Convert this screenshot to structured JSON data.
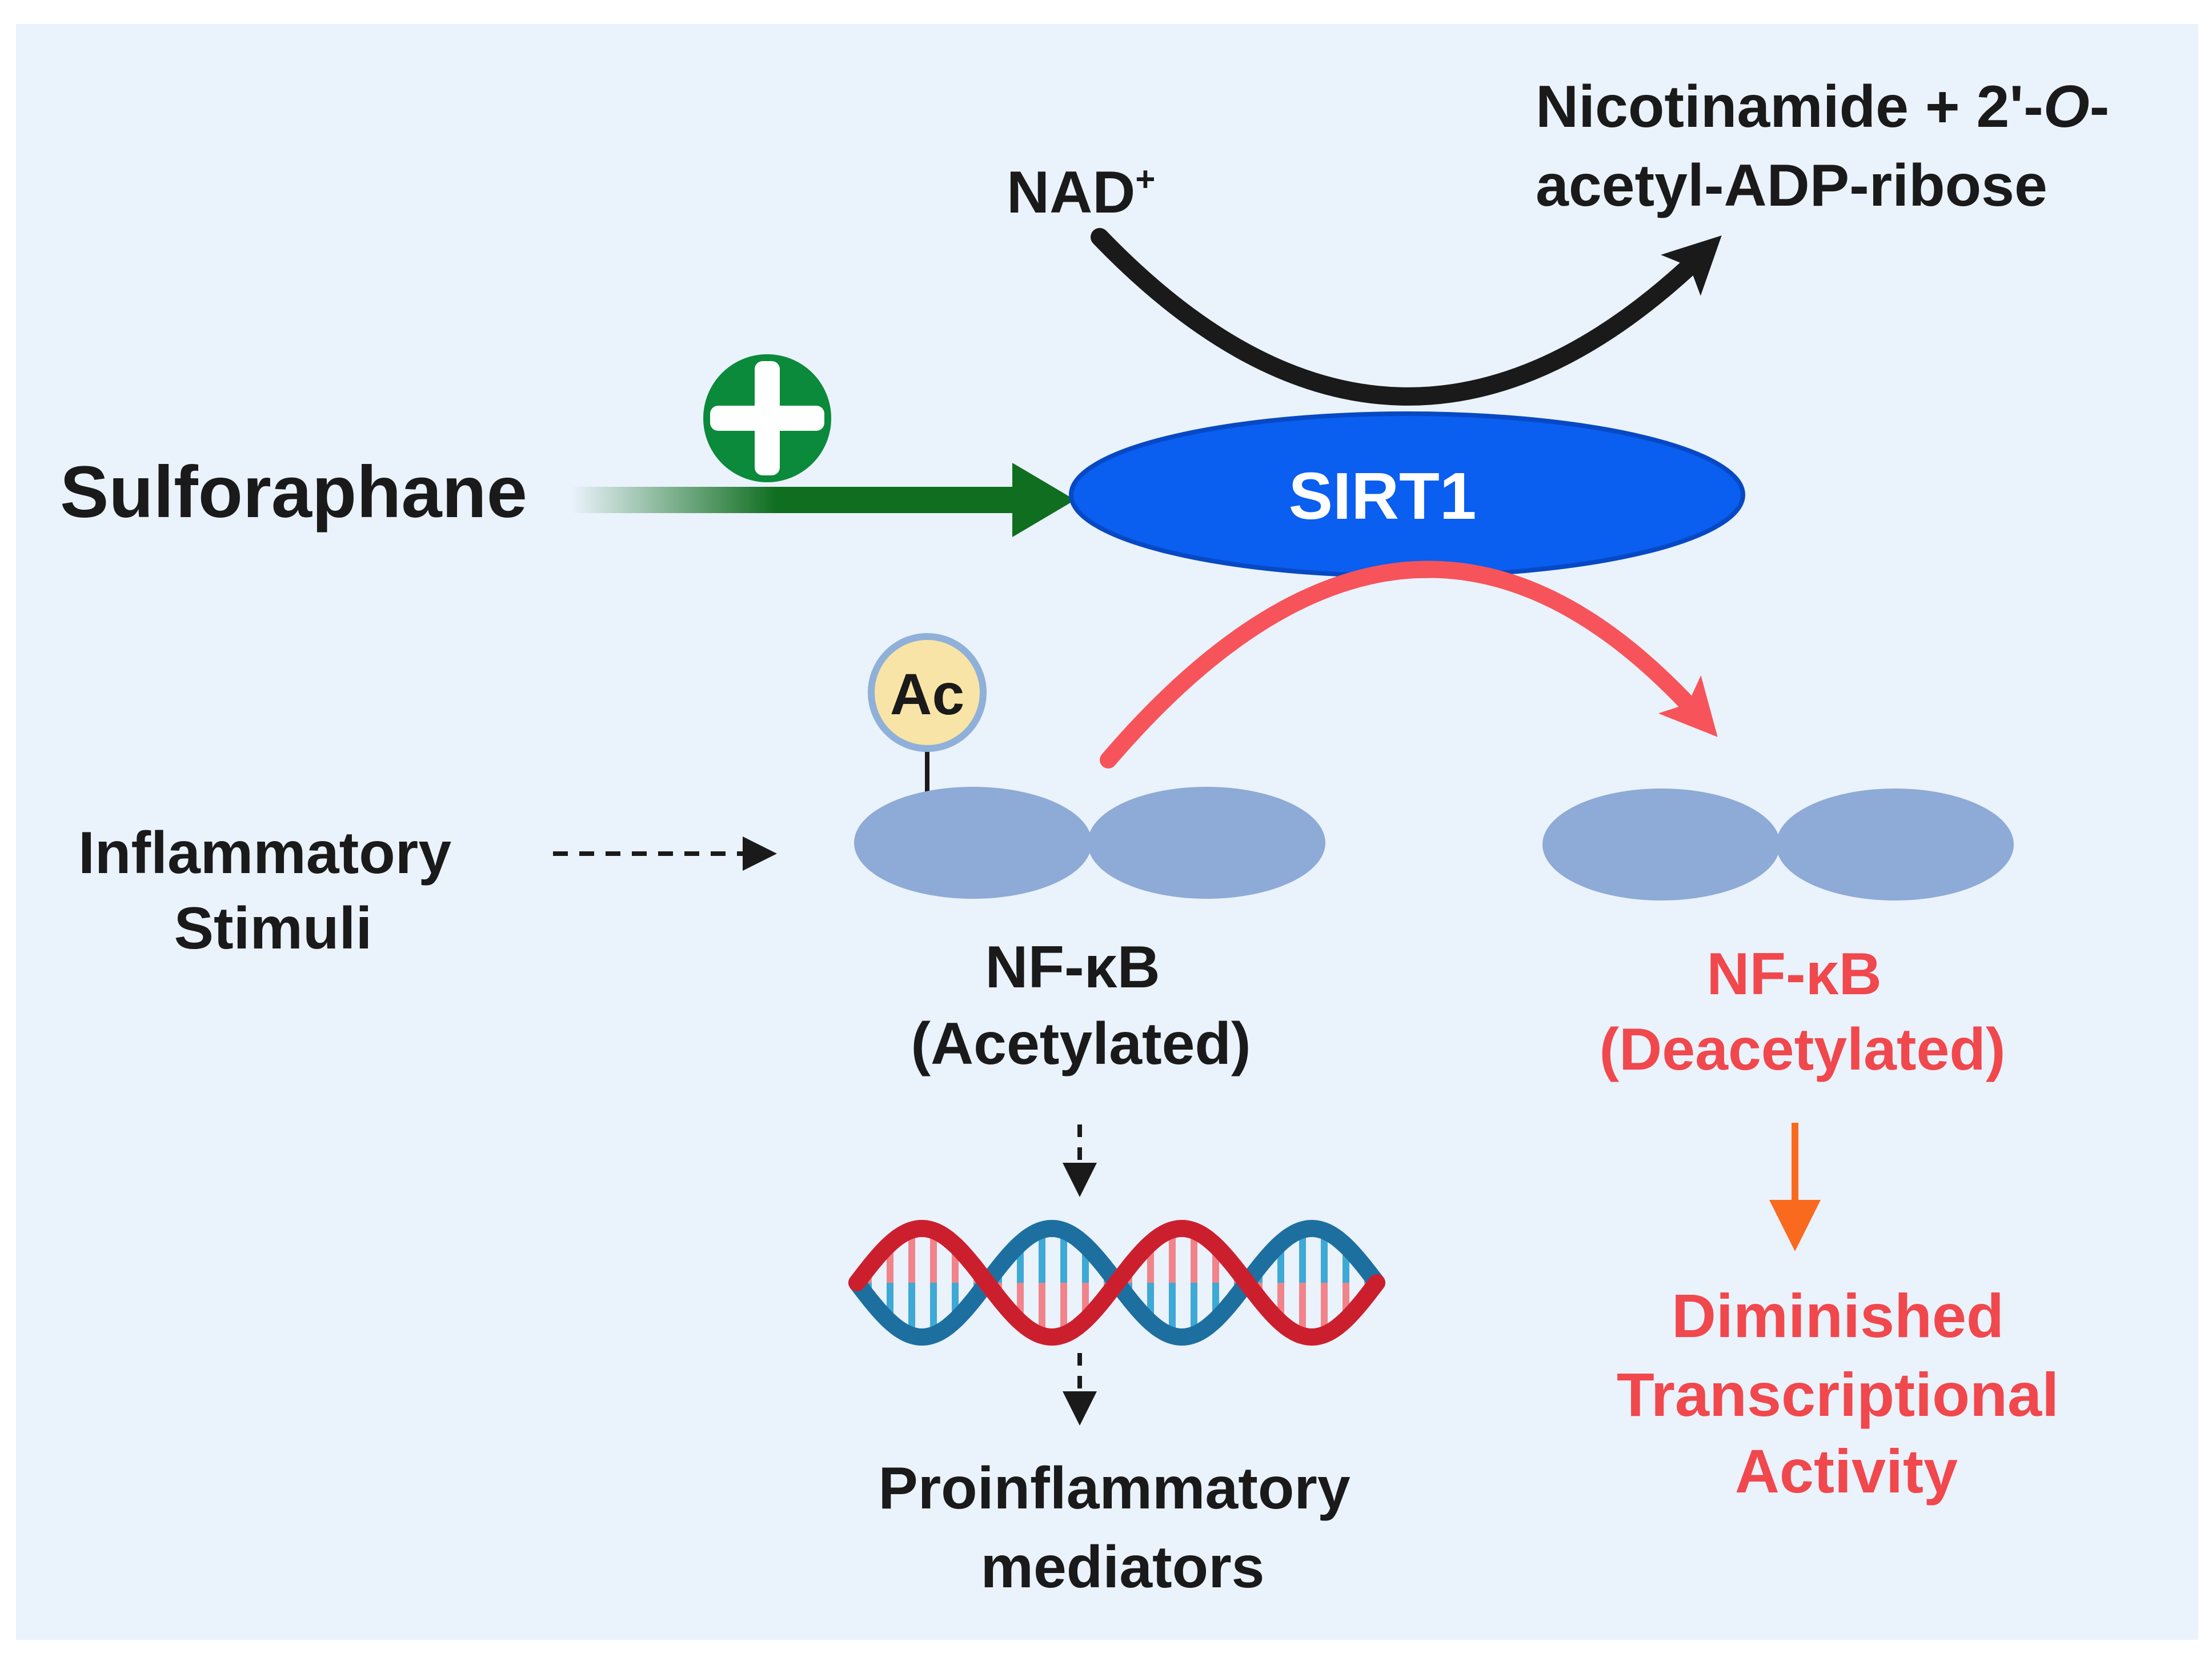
{
  "labels": {
    "nad": "NAD",
    "nad_superscript": "+",
    "products_line1_a": "Nicotinamide + 2'-",
    "products_line1_b": "O",
    "products_line1_c": "-",
    "products_line2": "acetyl-ADP-ribose",
    "sulforaphane": "Sulforaphane",
    "sirt1": "SIRT1",
    "ac": "Ac",
    "inflammatory_line1": "Inflammatory",
    "inflammatory_line2": "Stimuli",
    "nfkb_acetylated_line1": "NF-κB",
    "nfkb_acetylated_line2": "(Acetylated)",
    "nfkb_deacetylated_line1": "NF-κB",
    "nfkb_deacetylated_line2": "(Deacetylated)",
    "proinflammatory_line1": "Proinflammatory",
    "proinflammatory_line2": "mediators",
    "diminished_line1": "Diminished",
    "diminished_line2": "Transcriptional",
    "diminished_line3": "Activity"
  },
  "colors": {
    "background": "#eaf2fb",
    "sirt1_fill": "#0a5ef0",
    "sirt1_stroke": "#0749c4",
    "nfkb_subunit": "#8eaad6",
    "ac_fill": "#f8e4a6",
    "ac_stroke": "#8fb0d8",
    "activation_green": "#0a8a3a",
    "arrow_green": "#0f6e1f",
    "reaction_arrow": "#1a1a1a",
    "deacetylation_arrow": "#f6545a",
    "transcription_arrow": "#f96a1e",
    "red_text": "#f0484d",
    "dna_red": "#cc1f2e",
    "dna_blue": "#1d6fa0"
  },
  "icons": {
    "activation": "plus-circle-icon",
    "dna": "dna-helix-icon"
  }
}
